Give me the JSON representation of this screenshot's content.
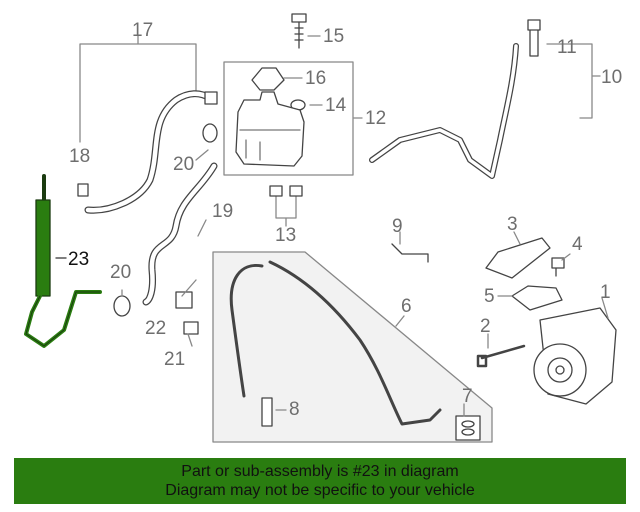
{
  "callouts": {
    "n1": "1",
    "n2": "2",
    "n3": "3",
    "n4": "4",
    "n5": "5",
    "n6": "6",
    "n7": "7",
    "n8": "8",
    "n9": "9",
    "n10": "10",
    "n11": "11",
    "n12": "12",
    "n13": "13",
    "n14": "14",
    "n15": "15",
    "n16": "16",
    "n17": "17",
    "n18": "18",
    "n19": "19",
    "n20a": "20",
    "n20b": "20",
    "n21": "21",
    "n22": "22",
    "n23": "23"
  },
  "highlight": {
    "part_number": "23",
    "color": "#2a7d10"
  },
  "footer": {
    "line1": "Part or sub-assembly is #23 in diagram",
    "line2": "Diagram may not be specific to your vehicle"
  }
}
